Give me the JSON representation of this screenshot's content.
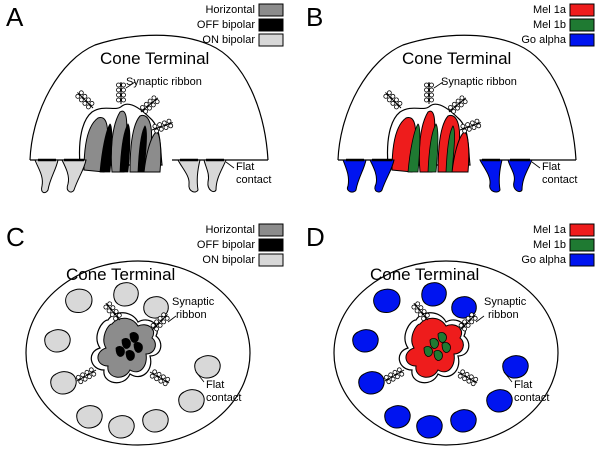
{
  "colors": {
    "horizontal": "#8c8c8c",
    "off_bipolar": "#000000",
    "on_bipolar": "#d8d8d8",
    "mel1a": "#ee1c1c",
    "mel1b": "#1f7a32",
    "go_alpha": "#0014f0"
  },
  "panels": [
    {
      "letter": "A",
      "title": "Cone Terminal",
      "legend": [
        "Horizontal",
        "OFF bipolar",
        "ON bipolar"
      ],
      "ribbon_label": "Synaptic ribbon",
      "flat_label": [
        "Flat",
        "contact"
      ]
    },
    {
      "letter": "B",
      "title": "Cone Terminal",
      "legend": [
        "Mel 1a",
        "Mel 1b",
        "Go alpha"
      ],
      "ribbon_label": "Synaptic ribbon",
      "flat_label": [
        "Flat",
        "contact"
      ]
    },
    {
      "letter": "C",
      "title": "Cone Terminal",
      "legend": [
        "Horizontal",
        "OFF bipolar",
        "ON bipolar"
      ],
      "ribbon_label": [
        "Synaptic",
        "ribbon"
      ],
      "flat_label": [
        "Flat",
        "contact"
      ]
    },
    {
      "letter": "D",
      "title": "Cone Terminal",
      "legend": [
        "Mel 1a",
        "Mel 1b",
        "Go alpha"
      ],
      "ribbon_label": [
        "Synaptic",
        "ribbon"
      ],
      "flat_label": [
        "Flat",
        "contact"
      ]
    }
  ]
}
